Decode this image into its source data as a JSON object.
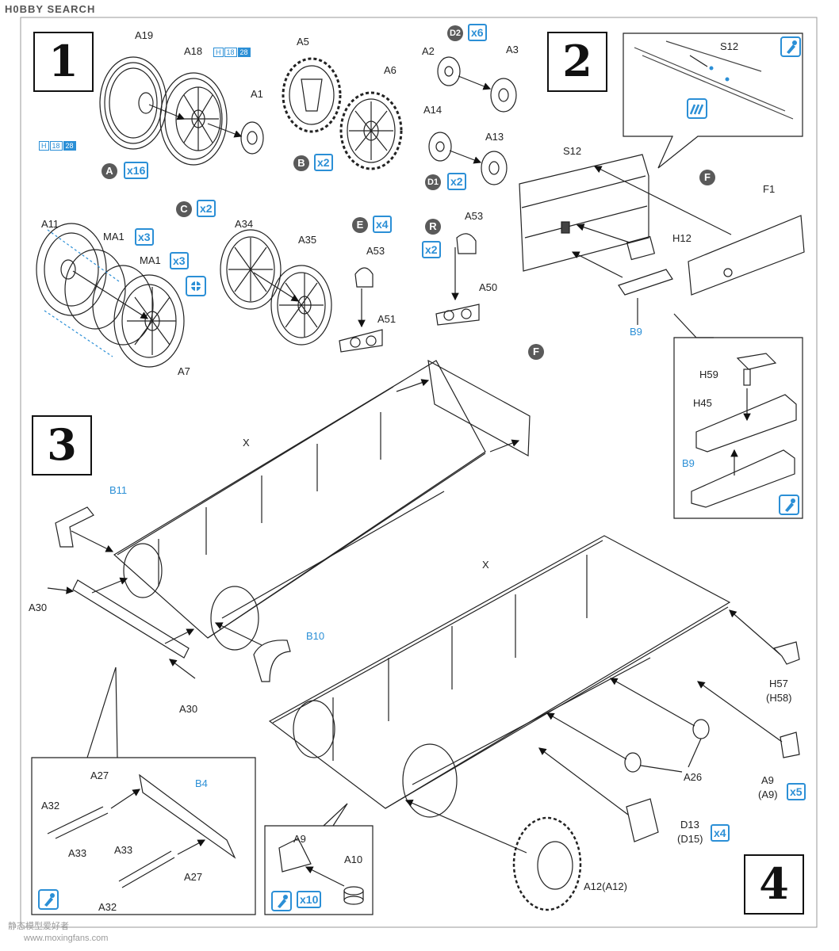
{
  "header": {
    "brand": "H0BBY SEARCH"
  },
  "watermark": {
    "cn": "静态模型爱好者",
    "url": "www.moxingfans.com"
  },
  "steps": [
    "1",
    "2",
    "3",
    "4"
  ],
  "step1": {
    "labels": {
      "a19": "A19",
      "a18": "A18",
      "a1": "A1",
      "a5": "A5",
      "a6": "A6",
      "a2": "A2",
      "a3": "A3",
      "a14": "A14",
      "a13": "A13",
      "a11": "A11",
      "ma1a": "MA1",
      "ma1b": "MA1",
      "a7": "A7",
      "a34": "A34",
      "a35": "A35",
      "a53a": "A53",
      "a51": "A51",
      "a53b": "A53",
      "a50": "A50"
    },
    "hbadge": {
      "h": "H",
      "n18": "18",
      "n28": "28"
    },
    "subs": {
      "A": "A",
      "B": "B",
      "C": "C",
      "D1": "D1",
      "D2": "D2",
      "E": "E",
      "R": "R"
    },
    "mult": {
      "A": "x16",
      "B": "x2",
      "C": "x2",
      "D1": "x2",
      "D2": "x6",
      "E": "x4",
      "R": "x2",
      "MA1a": "x3",
      "MA1b": "x3"
    }
  },
  "step2": {
    "labels": {
      "s12a": "S12",
      "s12b": "S12",
      "f1": "F1",
      "h12": "H12",
      "b9a": "B9",
      "h59": "H59",
      "h45": "H45",
      "b9b": "B9"
    },
    "sub": "F"
  },
  "step3": {
    "labels": {
      "x": "X",
      "b11": "B11",
      "a30a": "A30",
      "a30b": "A30",
      "b10": "B10",
      "a27a": "A27",
      "a32a": "A32",
      "a33a": "A33",
      "b4": "B4",
      "a33b": "A33",
      "a27b": "A27",
      "a32b": "A32"
    },
    "sub": "F"
  },
  "step4": {
    "labels": {
      "x": "X",
      "h57": "H57",
      "h58": "(H58)",
      "a26": "A26",
      "a9a": "A9",
      "a9b": "(A9)",
      "d13": "D13",
      "d15": "(D15)",
      "a9c": "A9",
      "a10": "A10",
      "a12": "A12(A12)"
    },
    "mult": {
      "a9": "x5",
      "d13": "x4",
      "a10": "x10"
    }
  },
  "colors": {
    "accent": "#2b8fd6",
    "line": "#222222",
    "badge": "#5a5a5a"
  }
}
